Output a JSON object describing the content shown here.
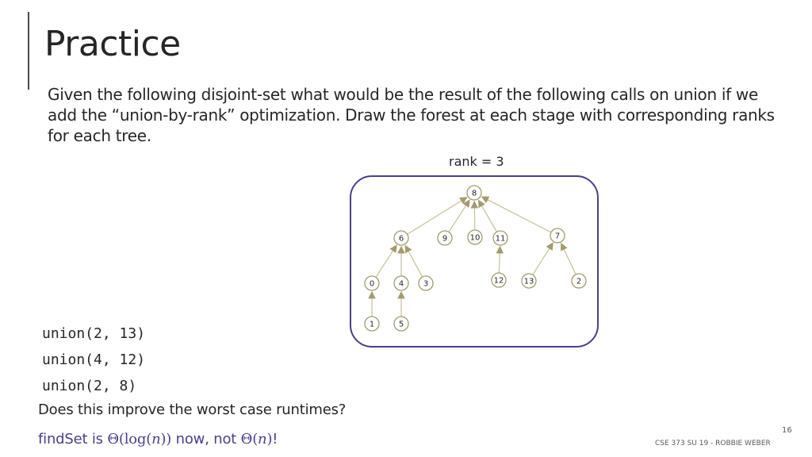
{
  "slide": {
    "title": "Practice",
    "body": "Given the following disjoint-set what would be the result of the following calls on union if we add the “union-by-rank” optimization. Draw the forest at each stage with corresponding ranks for each tree.",
    "rank_label": "rank = 3",
    "calls": [
      "union(2, 13)",
      "union(4, 12)",
      "union(2, 8)"
    ],
    "question": "Does this improve the worst case runtimes?",
    "answer": {
      "prefix": "findSet is ",
      "theta_open": "Θ(log(",
      "n1": "n",
      "theta_close": "))",
      "middle": " now, not ",
      "theta2_open": "Θ(",
      "n2": "n",
      "theta2_close": ")",
      "suffix": "!"
    },
    "page_number": "16",
    "footer": "CSE 373 SU 19 - ROBBIE WEBER"
  },
  "tree": {
    "nodes": [
      {
        "id": "8",
        "label": "8"
      },
      {
        "id": "6",
        "label": "6"
      },
      {
        "id": "9",
        "label": "9"
      },
      {
        "id": "10",
        "label": "10"
      },
      {
        "id": "11",
        "label": "11"
      },
      {
        "id": "7",
        "label": "7"
      },
      {
        "id": "0",
        "label": "0"
      },
      {
        "id": "4",
        "label": "4"
      },
      {
        "id": "3",
        "label": "3"
      },
      {
        "id": "12",
        "label": "12"
      },
      {
        "id": "13",
        "label": "13"
      },
      {
        "id": "2",
        "label": "2"
      },
      {
        "id": "1",
        "label": "1"
      },
      {
        "id": "5",
        "label": "5"
      }
    ],
    "edges": [
      {
        "from": "6",
        "to": "8"
      },
      {
        "from": "9",
        "to": "8"
      },
      {
        "from": "10",
        "to": "8"
      },
      {
        "from": "11",
        "to": "8"
      },
      {
        "from": "7",
        "to": "8"
      },
      {
        "from": "0",
        "to": "6"
      },
      {
        "from": "4",
        "to": "6"
      },
      {
        "from": "3",
        "to": "6"
      },
      {
        "from": "12",
        "to": "11"
      },
      {
        "from": "13",
        "to": "7"
      },
      {
        "from": "2",
        "to": "7"
      },
      {
        "from": "1",
        "to": "0"
      },
      {
        "from": "5",
        "to": "4"
      }
    ],
    "node_color": "#a39b6e",
    "edge_color": "#c7bf9a"
  }
}
